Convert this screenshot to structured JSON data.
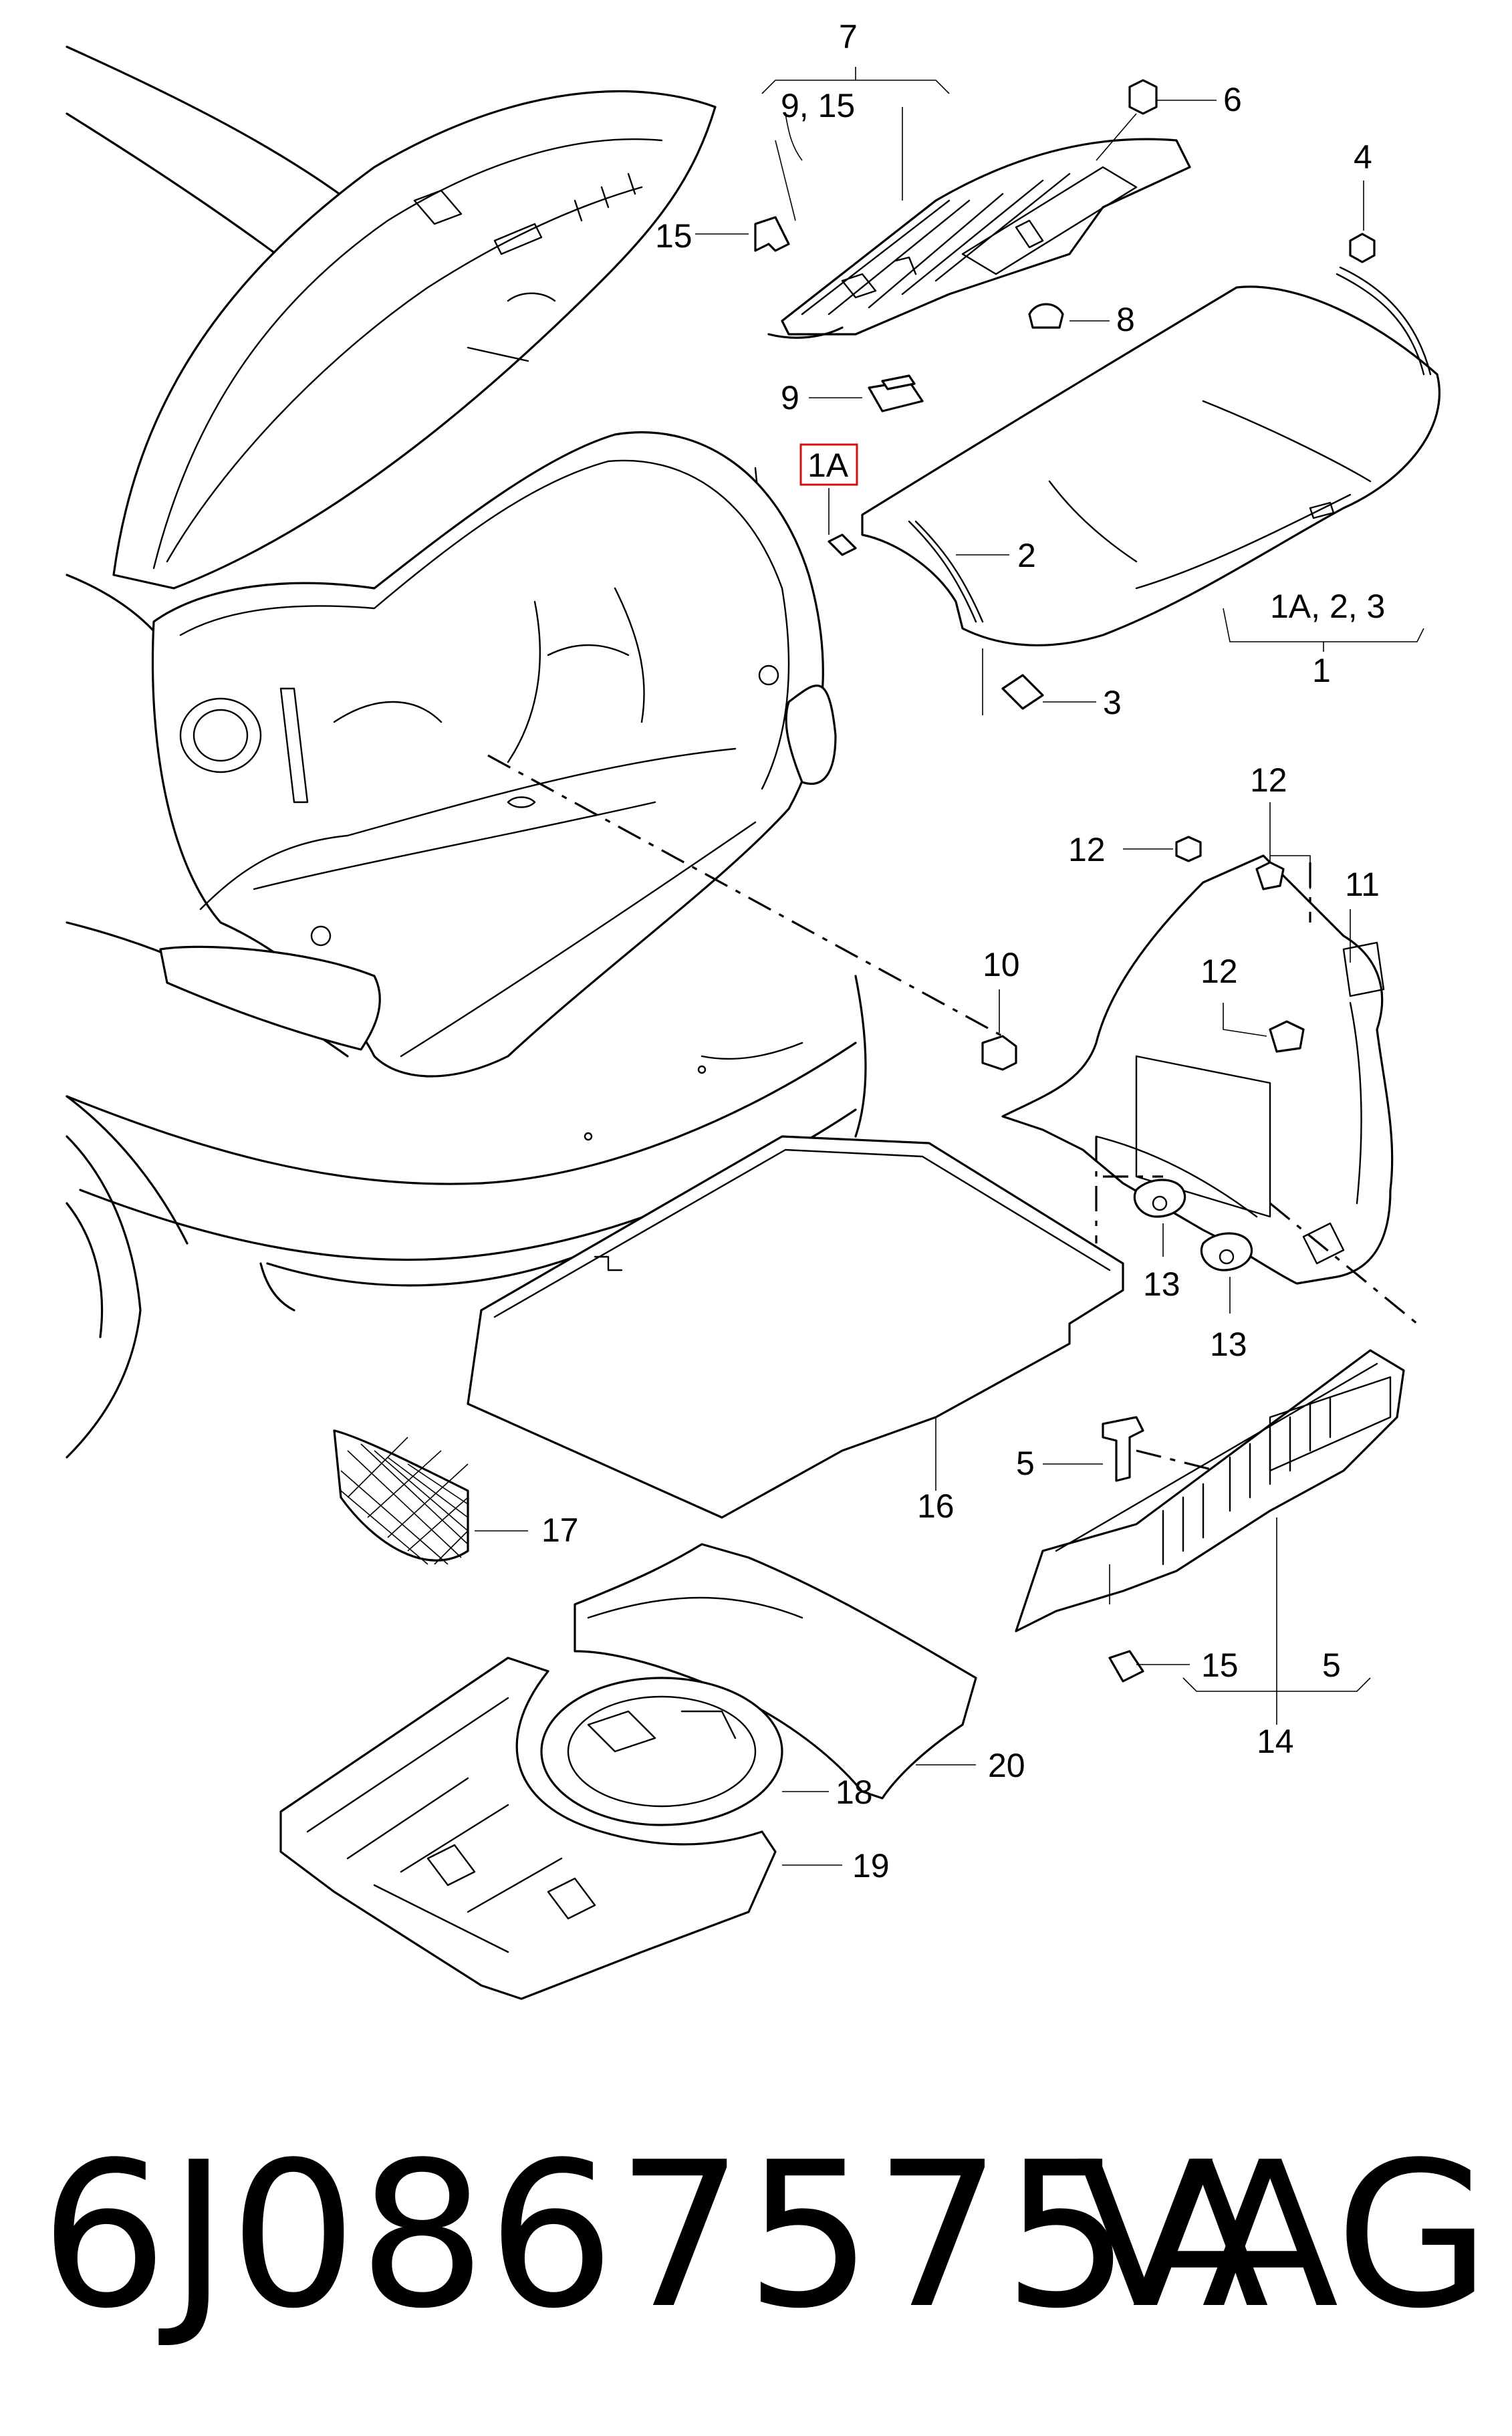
{
  "callouts": {
    "c7": "7",
    "c9_15": "9, 15",
    "c6": "6",
    "c4": "4",
    "c15a": "15",
    "c8": "8",
    "c9": "9",
    "c1A_box": "1A",
    "c2": "2",
    "c1A_2_3": "1A, 2, 3",
    "c1": "1",
    "c3": "3",
    "c12a": "12",
    "c12b": "12",
    "c12c": "12",
    "c11": "11",
    "c10": "10",
    "c13a": "13",
    "c13b": "13",
    "c5a": "5",
    "c17": "17",
    "c16": "16",
    "c15b": "15",
    "c5b": "5",
    "c14": "14",
    "c18": "18",
    "c20": "20",
    "c19": "19"
  },
  "caption": {
    "part_number": "6J0867575A",
    "brand": "VAG"
  },
  "colors": {
    "line": "#000000",
    "highlight_box": "#d01010",
    "background": "#ffffff"
  }
}
